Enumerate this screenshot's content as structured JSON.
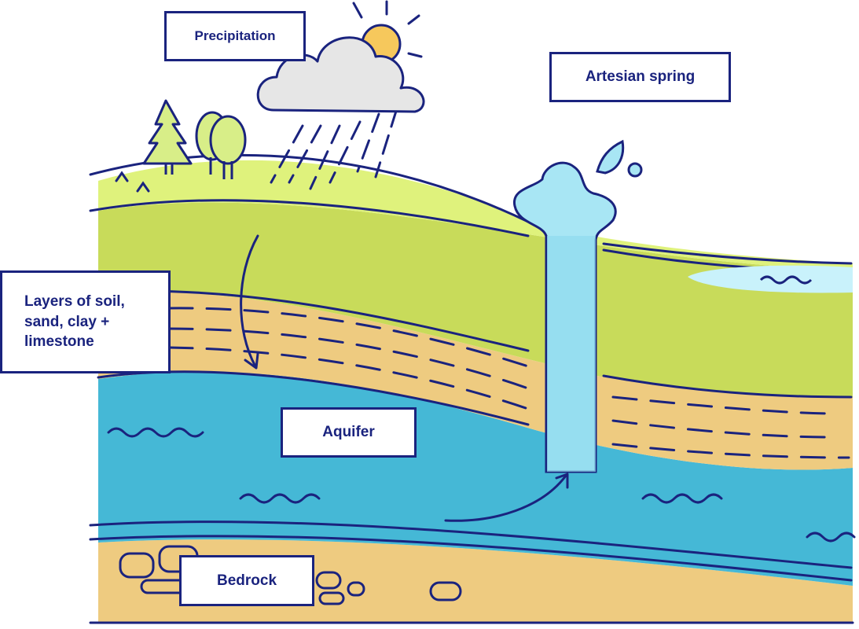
{
  "labels": {
    "precipitation": "Precipitation",
    "artesian_spring": "Artesian spring",
    "layers": [
      "Layers of soil,",
      "sand, clay +",
      "limestone"
    ],
    "aquifer": "Aquifer",
    "bedrock": "Bedrock"
  },
  "colors": {
    "outline": "#1a237e",
    "grass_light": "#dff27c",
    "grass_dark": "#c8db5a",
    "sand": "#eecb80",
    "water": "#45b8d6",
    "spring_light": "#c9f2fb",
    "cloud": "#e6e6e6",
    "sun": "#f6c85c",
    "tree": "#d8ee88"
  }
}
